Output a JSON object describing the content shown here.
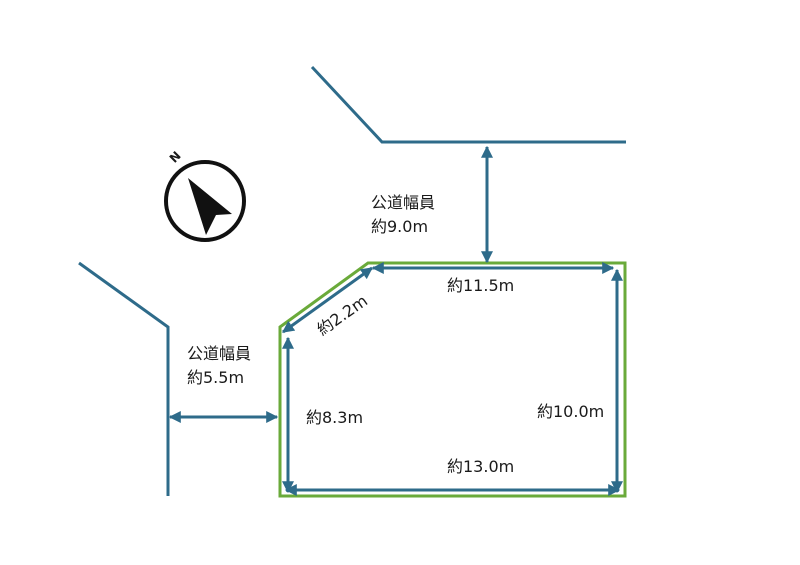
{
  "compass": {
    "letter": "N",
    "icon": "north-arrow-icon"
  },
  "roads": [
    {
      "label": "公道幅員",
      "width": "約9.0m"
    },
    {
      "label": "公道幅員",
      "width": "約5.5m"
    }
  ],
  "lot": {
    "dimensions": {
      "top": "約11.5m",
      "corner": "約2.2m",
      "left": "約8.3m",
      "right": "約10.0m",
      "bottom": "約13.0m"
    }
  },
  "colors": {
    "road_line": "#2e6b8a",
    "lot_border": "#6aaa3a",
    "dimension_arrow": "#2e6b8a",
    "text": "#1a1a1a"
  }
}
